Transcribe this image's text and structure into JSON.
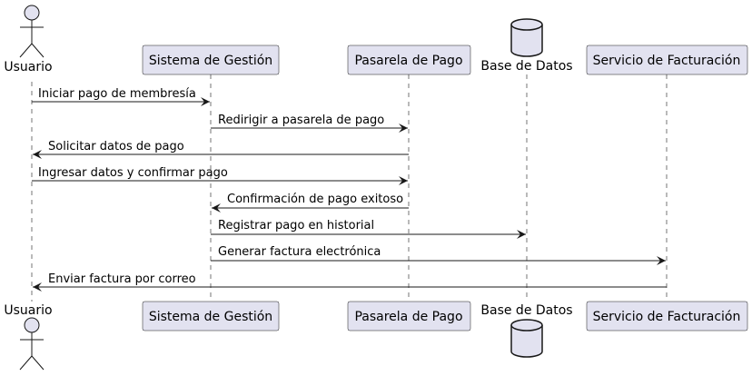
{
  "participants": [
    {
      "id": "usuario",
      "label": "Usuario",
      "kind": "actor"
    },
    {
      "id": "sistema",
      "label": "Sistema de Gestión",
      "kind": "participant"
    },
    {
      "id": "pasarela",
      "label": "Pasarela de Pago",
      "kind": "participant"
    },
    {
      "id": "bd",
      "label": "Base de Datos",
      "kind": "database"
    },
    {
      "id": "facturacion",
      "label": "Servicio de Facturación",
      "kind": "participant"
    }
  ],
  "messages": [
    {
      "from": "usuario",
      "to": "sistema",
      "label": "Iniciar pago de membresía"
    },
    {
      "from": "sistema",
      "to": "pasarela",
      "label": "Redirigir a pasarela de pago"
    },
    {
      "from": "pasarela",
      "to": "usuario",
      "label": "Solicitar datos de pago"
    },
    {
      "from": "usuario",
      "to": "pasarela",
      "label": "Ingresar datos y confirmar pago"
    },
    {
      "from": "pasarela",
      "to": "sistema",
      "label": "Confirmación de pago exitoso"
    },
    {
      "from": "sistema",
      "to": "bd",
      "label": "Registrar pago en historial"
    },
    {
      "from": "sistema",
      "to": "facturacion",
      "label": "Generar factura electrónica"
    },
    {
      "from": "facturacion",
      "to": "usuario",
      "label": "Enviar factura por correo"
    }
  ],
  "colors": {
    "box_fill": "#E2E2F0",
    "box_stroke": "#181818",
    "lifeline": "#181818",
    "arrow": "#181818"
  }
}
